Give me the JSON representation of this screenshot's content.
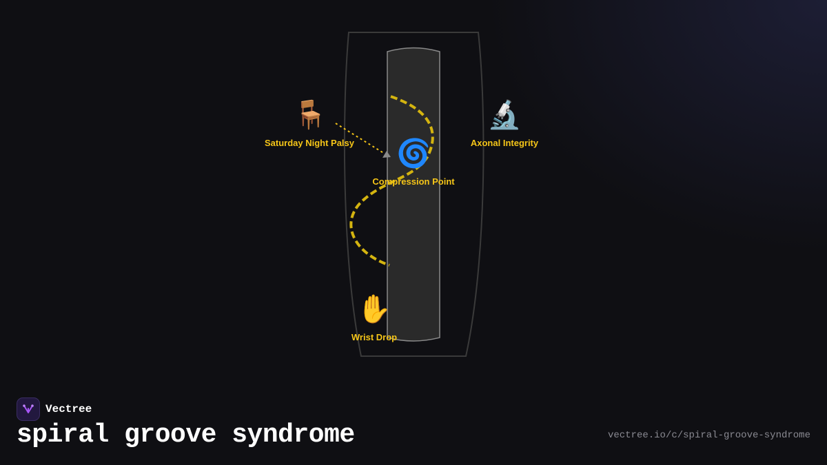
{
  "diagram": {
    "nodes": [
      {
        "id": "saturday-night-palsy",
        "emoji": "🪑",
        "label": "Saturday Night Palsy"
      },
      {
        "id": "axonal-integrity",
        "emoji": "🔬",
        "label": "Axonal Integrity"
      },
      {
        "id": "compression-point",
        "emoji": "🌀",
        "label": "Compression Point"
      },
      {
        "id": "wrist-drop",
        "emoji": "✋",
        "label": "Wrist Drop"
      }
    ],
    "colors": {
      "nerve_path": "#d4b410",
      "label": "#f5c518",
      "bone_fill": "#2a2a2a",
      "bone_stroke": "#8a8a8a",
      "arm_outline": "#3a3a3a",
      "arrow": "#f5c518"
    }
  },
  "brand": {
    "name": "Vectree",
    "logo_icon": "vectree-logo-icon"
  },
  "title": "spiral groove syndrome",
  "url": "vectree.io/c/spiral-groove-syndrome"
}
